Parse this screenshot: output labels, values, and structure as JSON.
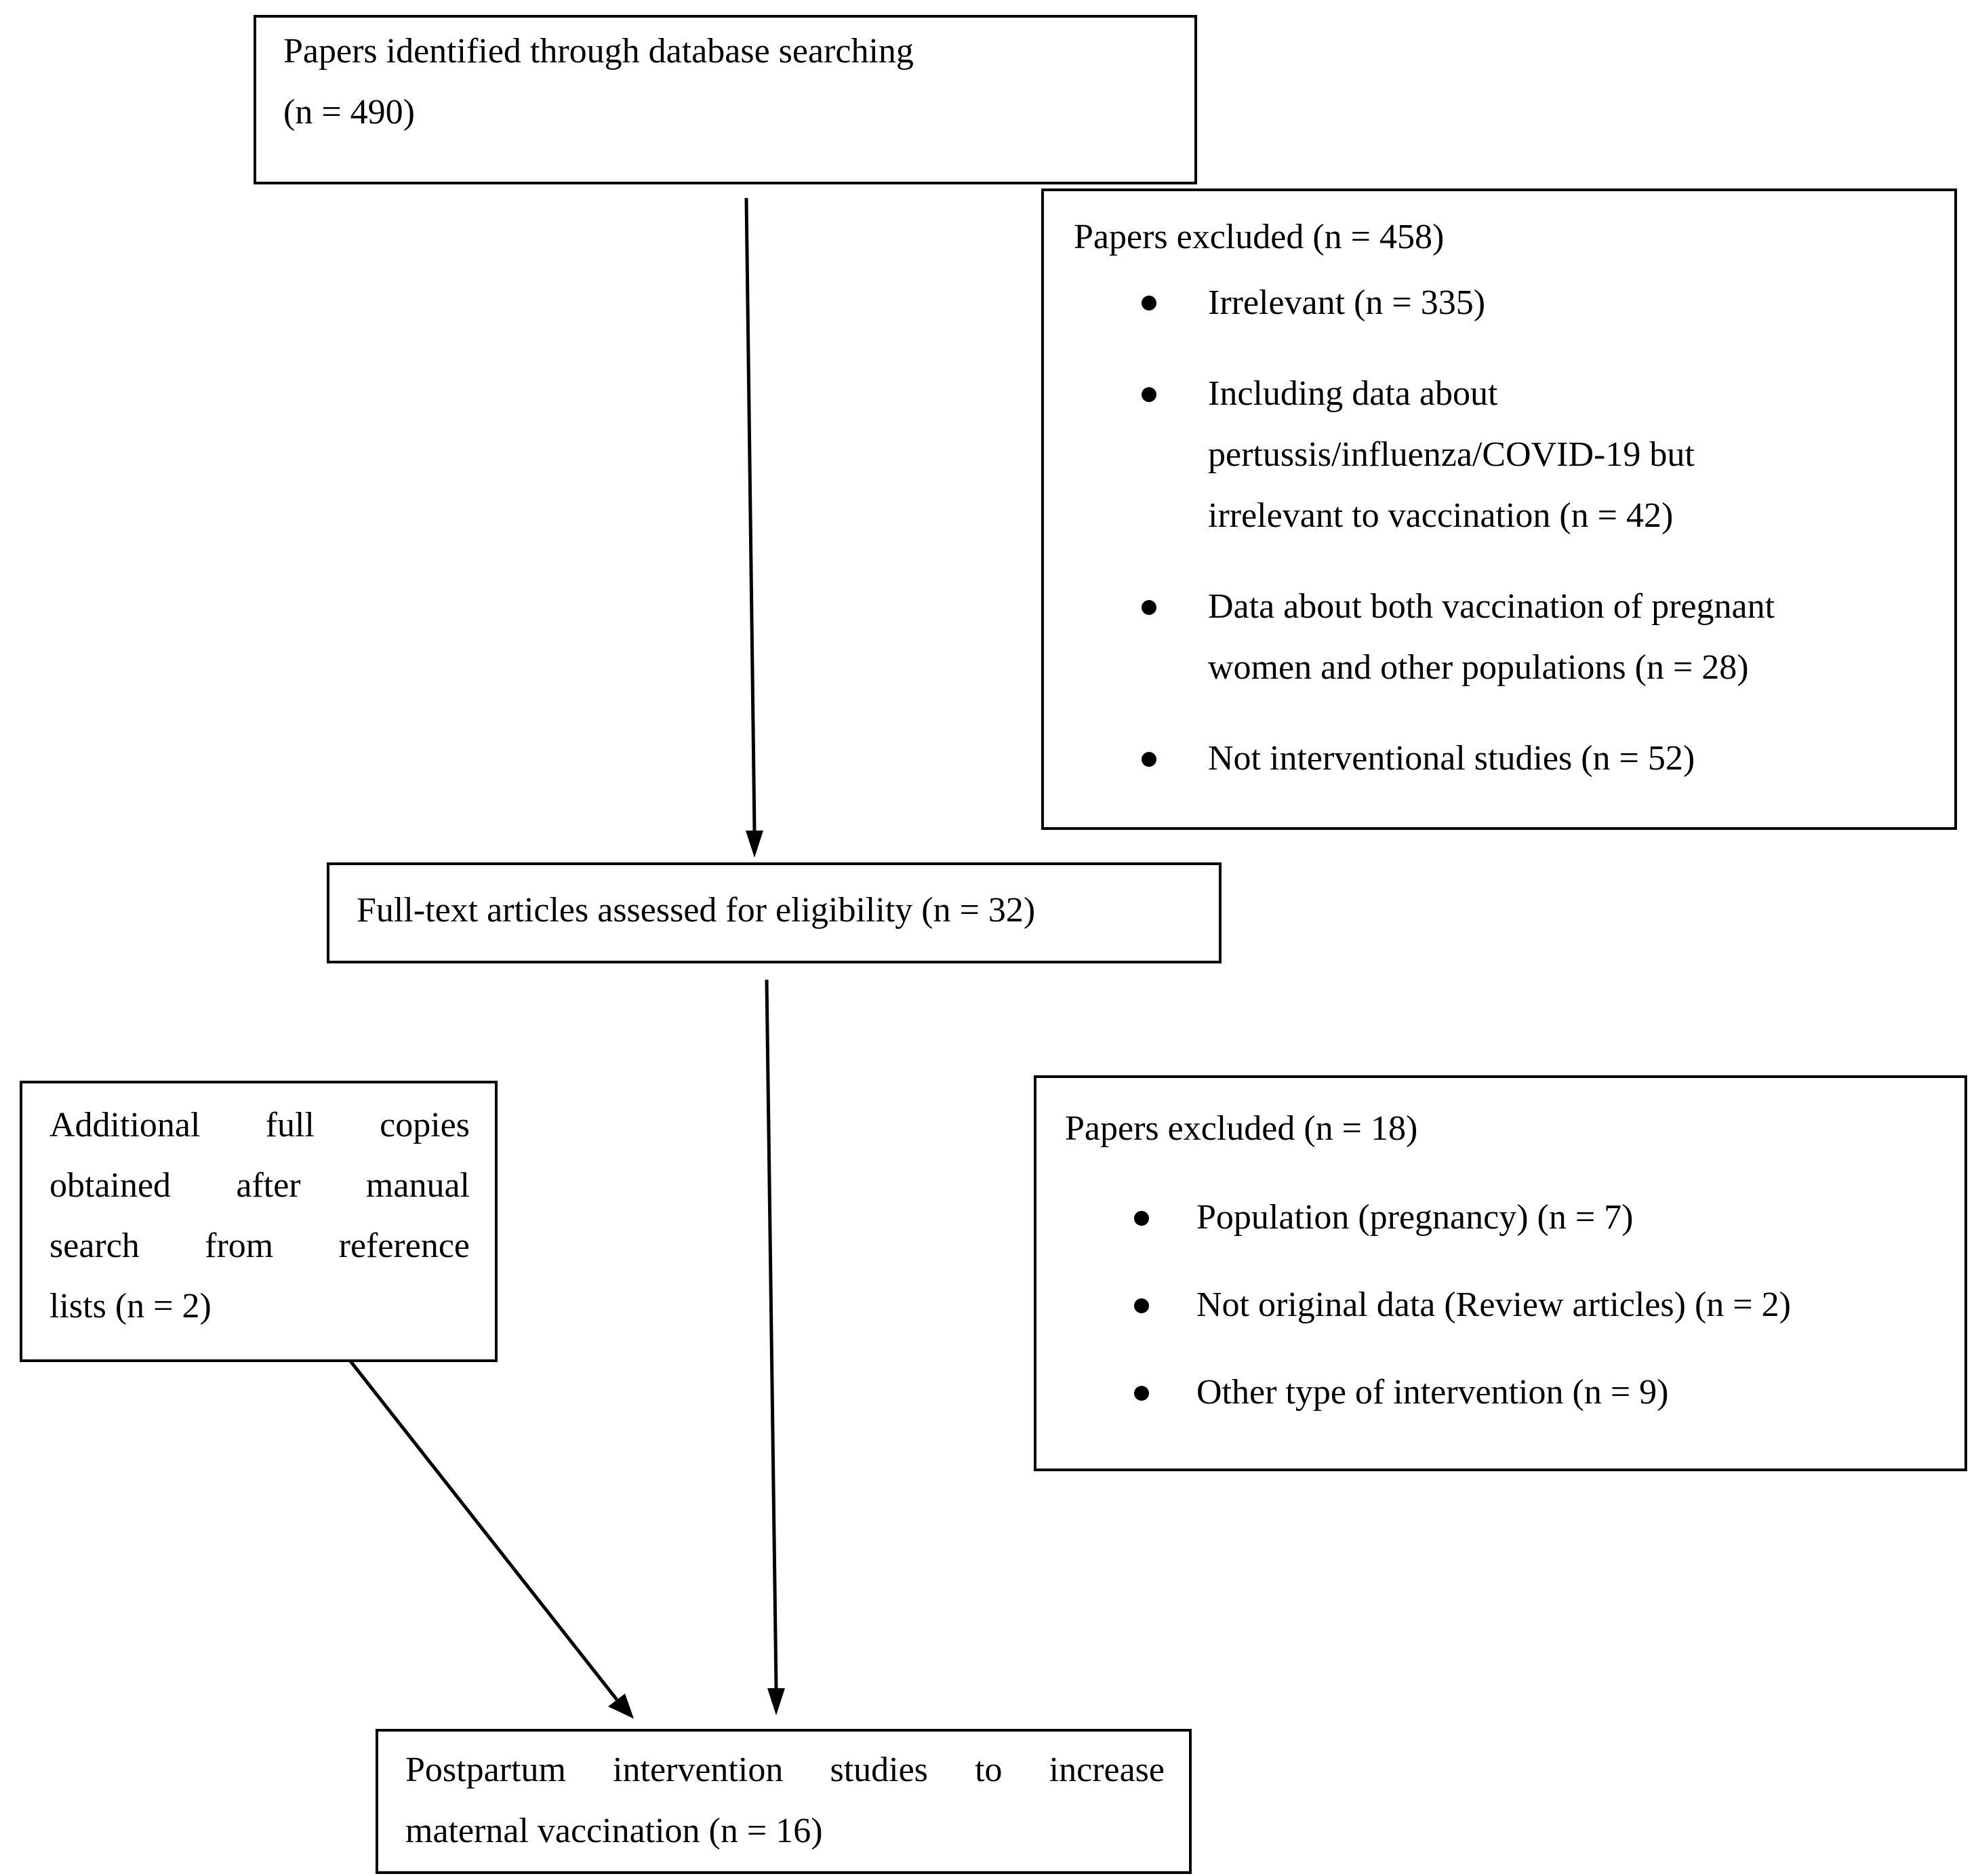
{
  "box_identified": {
    "line1": "Papers identified through database searching",
    "line2": "(n = 490)"
  },
  "box_excluded_1": {
    "title": "Papers excluded (n = 458)",
    "items": [
      {
        "lines": [
          "Irrelevant (n = 335)"
        ]
      },
      {
        "lines": [
          "Including data about",
          "pertussis/influenza/COVID-19 but",
          "irrelevant to vaccination (n = 42)"
        ]
      },
      {
        "lines": [
          "Data about both vaccination of pregnant",
          "women and other populations (n = 28)"
        ]
      },
      {
        "lines": [
          "Not interventional studies (n = 52)"
        ]
      }
    ]
  },
  "box_fulltext": {
    "label": "Full-text articles assessed for eligibility (n = 32)"
  },
  "box_additional": {
    "lines": [
      "Additional full copies",
      "obtained after manual",
      "search from reference",
      "lists (n = 2)"
    ]
  },
  "box_excluded_2": {
    "title": "Papers excluded (n = 18)",
    "items": [
      {
        "lines": [
          "Population (pregnancy) (n = 7)"
        ]
      },
      {
        "lines": [
          "Not original data (Review articles) (n = 2)"
        ]
      },
      {
        "lines": [
          "Other type of intervention (n = 9)"
        ]
      }
    ]
  },
  "box_final": {
    "line1": "Postpartum intervention studies to increase",
    "line2": "maternal vaccination (n = 16)"
  }
}
